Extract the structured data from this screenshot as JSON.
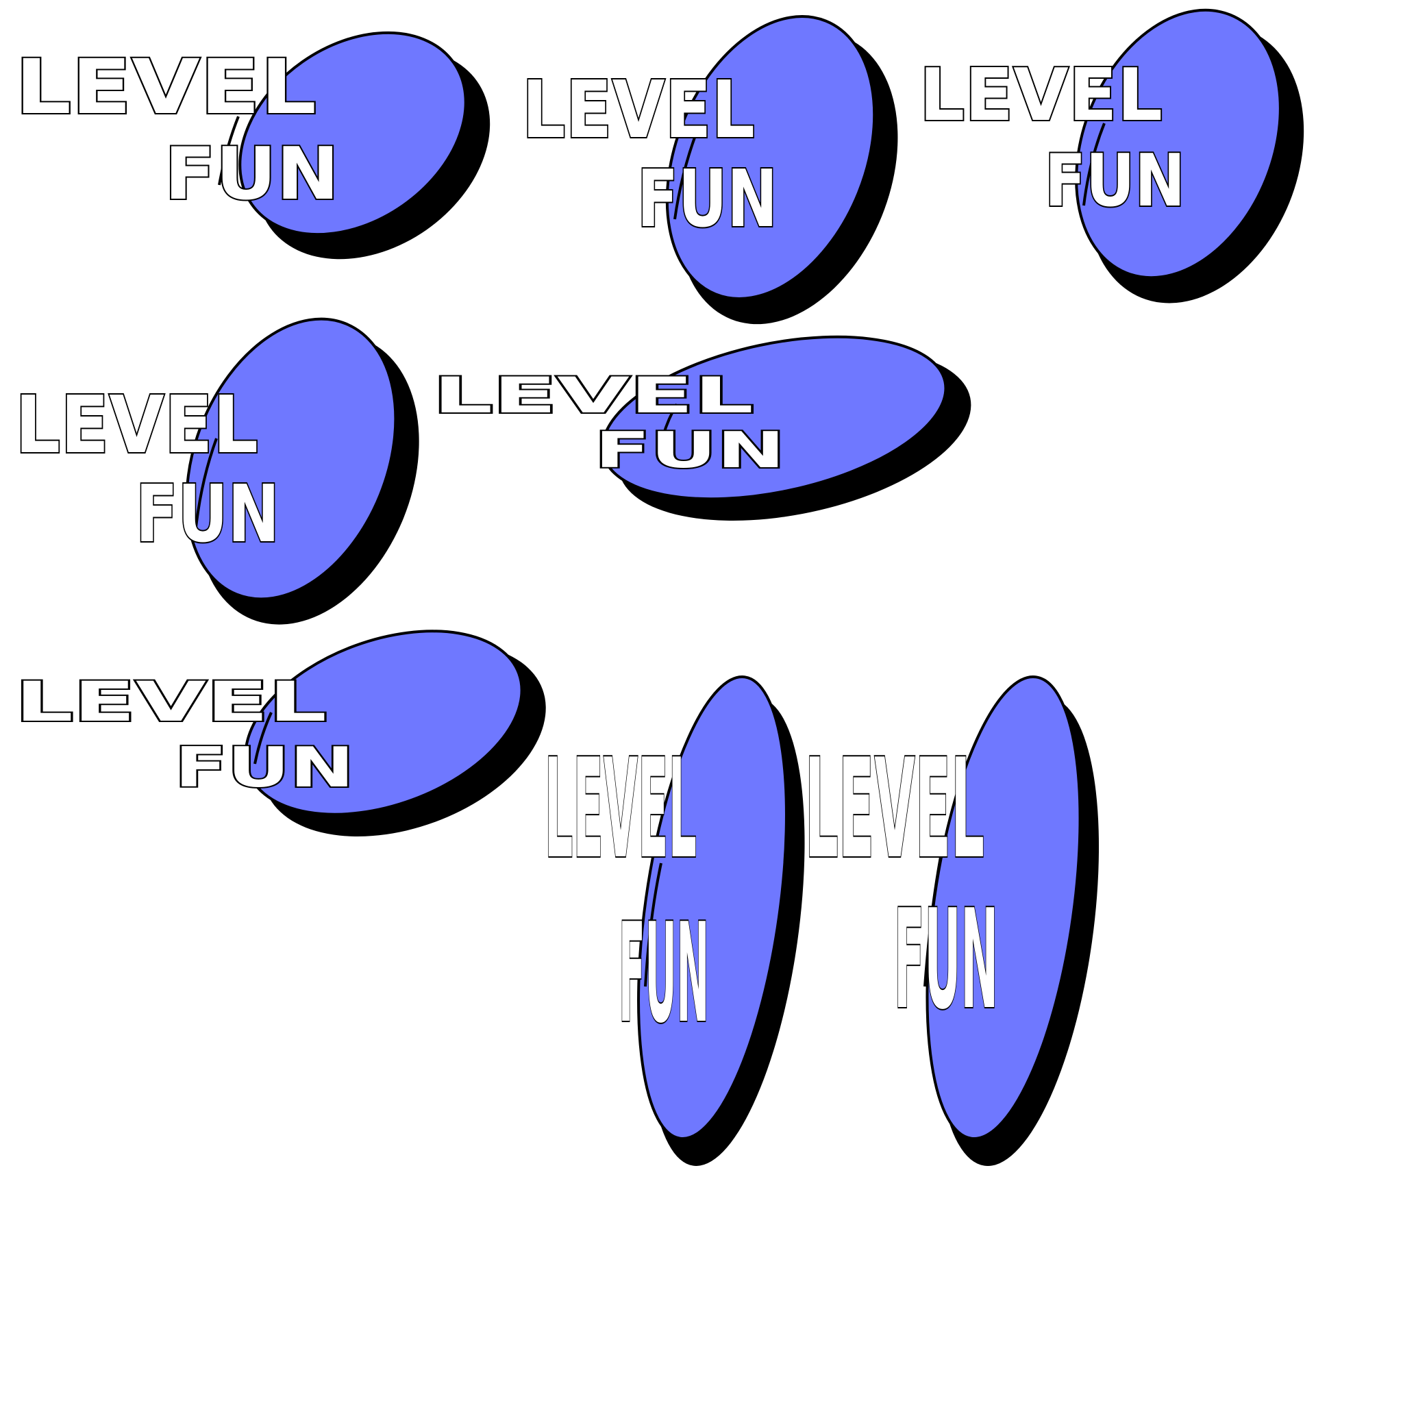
{
  "sprite_sheet": {
    "background": "#ffffff",
    "badge_color": "#6f78ff",
    "shadow_color": "#000000",
    "text_fill": "#ffffff",
    "outline_color": "#000000",
    "frames": [
      {
        "line1": "LEVEL",
        "line2": "FUN"
      },
      {
        "line1": "LEVEL",
        "line2": "FUN"
      },
      {
        "line1": "LEVEL",
        "line2": "FUN"
      },
      {
        "line1": "LEVEL",
        "line2": "FUN"
      },
      {
        "line1": "LEVEL",
        "line2": "FUN"
      },
      {
        "line1": "LEVEL",
        "line2": "FUN"
      },
      {
        "line1": "LEVEL",
        "line2": "FUN"
      },
      {
        "line1": "LEVEL",
        "line2": "FUN"
      }
    ]
  }
}
